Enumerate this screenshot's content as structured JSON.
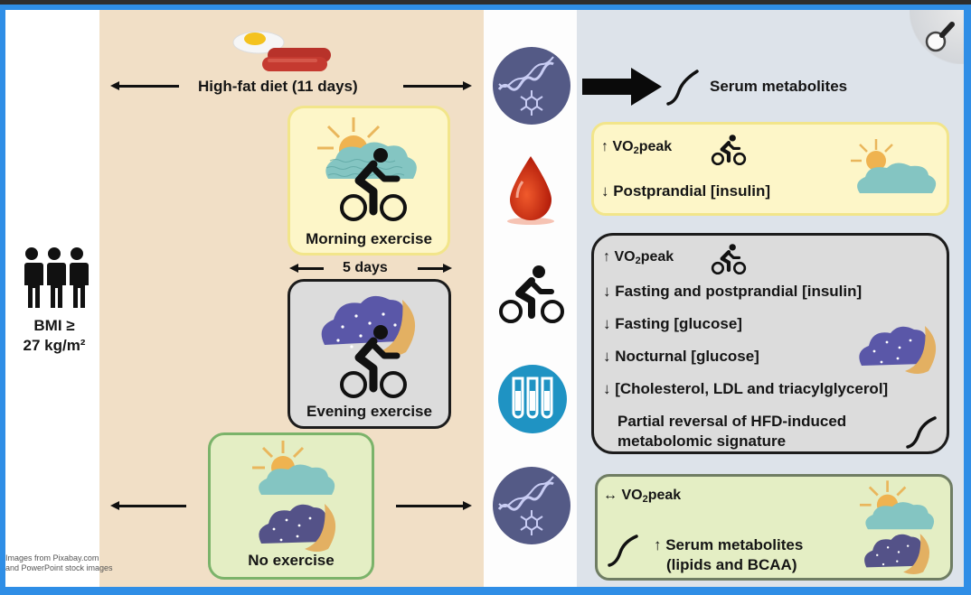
{
  "diagram": {
    "participants": {
      "label_line1": "BMI ≥",
      "label_line2": "27 kg/m²",
      "icon": "people-group-icon"
    },
    "diet": {
      "label": "High-fat diet (11 days)",
      "icon": "fried-egg-sausage-icon"
    },
    "interventions": [
      {
        "id": "morning",
        "label": "Morning exercise",
        "icons": [
          "sun-cloud-icon",
          "cyclist-icon"
        ],
        "color": "#fdf6c8",
        "border": "#f2e58a"
      },
      {
        "id": "evening",
        "label": "Evening exercise",
        "icons": [
          "moon-cloud-icon",
          "cyclist-icon"
        ],
        "color": "#dcdcdc",
        "border": "#1c1c1c"
      },
      {
        "id": "none",
        "label": "No exercise",
        "icons": [
          "sun-cloud-icon",
          "moon-cloud-icon"
        ],
        "color": "#e4eec4",
        "border": "#7bb36a"
      }
    ],
    "duration": {
      "label": "5 days"
    },
    "measures": [
      {
        "name": "metabolomics-icon"
      },
      {
        "name": "blood-drop-icon"
      },
      {
        "name": "cyclist-icon"
      },
      {
        "name": "test-tubes-icon"
      },
      {
        "name": "metabolomics-icon"
      }
    ],
    "baseline_result": {
      "label": "Serum metabolites"
    },
    "results": {
      "morning": {
        "vo2_arrow": "↑",
        "vo2_prefix": "VO",
        "vo2_sub": "2",
        "vo2_suffix": "peak",
        "lines": [
          "↓ Postprandial [insulin]"
        ]
      },
      "evening": {
        "vo2_arrow": "↑",
        "vo2_prefix": "VO",
        "vo2_sub": "2",
        "vo2_suffix": "peak",
        "lines": [
          "↓ Fasting and postprandial [insulin]",
          "↓ Fasting [glucose]",
          "↓ Nocturnal [glucose]",
          "↓ [Cholesterol, LDL and triacylglycerol]"
        ],
        "signature_line1": "Partial reversal of HFD-induced",
        "signature_line2": "metabolomic signature"
      },
      "none": {
        "vo2_arrow": "↔",
        "vo2_prefix": "VO",
        "vo2_sub": "2",
        "vo2_suffix": "peak",
        "metab_line1": "↑ Serum metabolites",
        "metab_line2": "(lipids and BCAA)"
      }
    },
    "credit": {
      "line1": "Images from Pixabay.com",
      "line2": "and PowerPoint stock images"
    },
    "zoom_control": {
      "icon": "magnifier-icon"
    },
    "colors": {
      "frame": "#2f8ee6",
      "beige_panel": "#f1dfc6",
      "result_panel": "#dde3ea",
      "metabolomics_circle": "#545a86",
      "test_tube_circle": "#1f93c3",
      "blood": "#d4260e"
    }
  }
}
